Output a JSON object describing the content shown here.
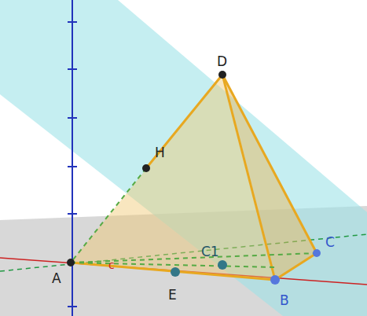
{
  "diagram": {
    "labels": [
      "D",
      "H",
      "A",
      "E",
      "B",
      "C",
      "C1",
      "c"
    ]
  }
}
